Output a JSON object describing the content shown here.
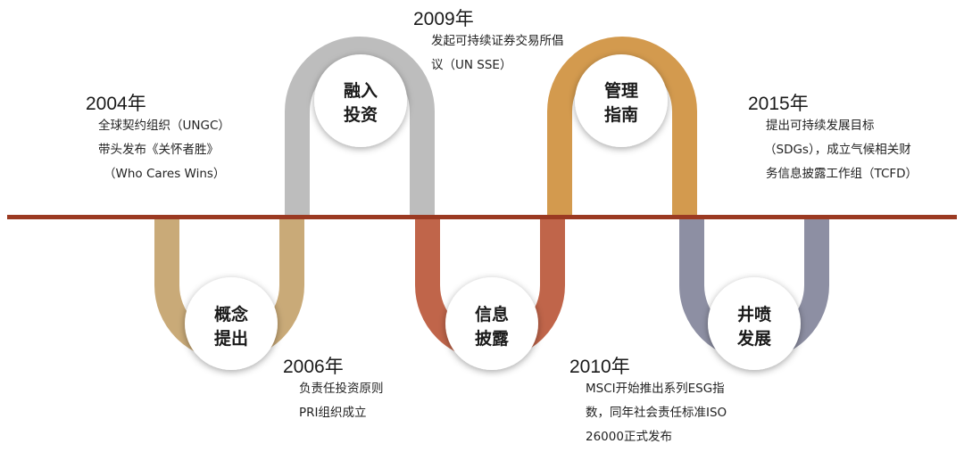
{
  "stages": [
    {
      "id": "concept",
      "line1": "概念",
      "line2": "提出"
    },
    {
      "id": "invest",
      "line1": "融入",
      "line2": "投资"
    },
    {
      "id": "disclosure",
      "line1": "信息",
      "line2": "披露"
    },
    {
      "id": "guide",
      "line1": "管理",
      "line2": "指南"
    },
    {
      "id": "boom",
      "line1": "井喷",
      "line2": "发展"
    }
  ],
  "events": [
    {
      "year": "2004年",
      "lines": [
        "全球契约组织（UNGC）",
        "带头发布《关怀者胜》",
        "（Who Cares Wins）"
      ]
    },
    {
      "year": "2006年",
      "lines": [
        "负责任投资原则",
        "PRI组织成立"
      ]
    },
    {
      "year": "2009年",
      "lines": [
        "发起可持续证券交易所倡",
        "议（UN SSE）"
      ]
    },
    {
      "year": "2010年",
      "lines": [
        "MSCI开始推出系列ESG指",
        "数，同年社会责任标准ISO",
        "26000正式发布"
      ]
    },
    {
      "year": "2015年",
      "lines": [
        "提出可持续发展目标",
        "（SDGs），成立气候相关财",
        "务信息披露工作组（TCFD）"
      ]
    }
  ],
  "colors": {
    "timeline": "#9b3a22",
    "concept": "#c9aa78",
    "invest": "#bdbdbd",
    "disclosure": "#c0654a",
    "guide": "#d39a4e",
    "boom": "#8d8fa3"
  }
}
